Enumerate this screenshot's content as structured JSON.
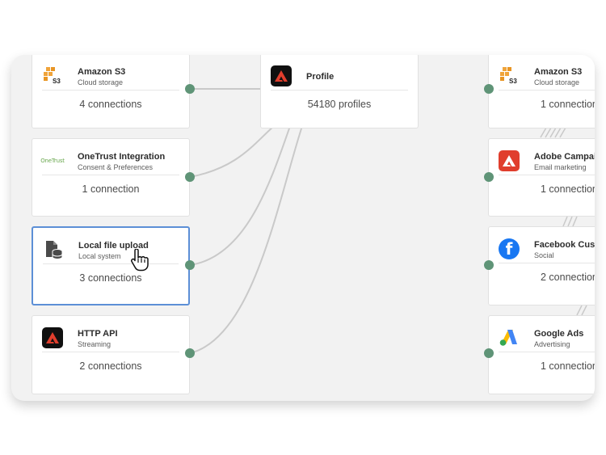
{
  "sources": [
    {
      "title": "Amazon S3",
      "subtitle": "Cloud storage",
      "count": "4 connections",
      "icon": "aws-s3-icon"
    },
    {
      "title": "OneTrust Integration",
      "subtitle": "Consent & Preferences",
      "count": "1 connection",
      "icon": "onetrust-logo",
      "logo_text": "OneTrust"
    },
    {
      "title": "Local file upload",
      "subtitle": "Local system",
      "count": "3 connections",
      "icon": "file-database-icon",
      "selected": true
    },
    {
      "title": "HTTP API",
      "subtitle": "Streaming",
      "count": "2 connections",
      "icon": "adobe-icon"
    }
  ],
  "profile": {
    "title": "Profile",
    "count": "54180 profiles",
    "icon": "adobe-icon"
  },
  "destinations": [
    {
      "title": "Amazon S3",
      "subtitle": "Cloud storage",
      "count": "1 connection",
      "icon": "aws-s3-icon"
    },
    {
      "title": "Adobe Campaign",
      "subtitle": "Email marketing",
      "count": "1 connection",
      "icon": "adobe-campaign-icon"
    },
    {
      "title": "Facebook Custom",
      "subtitle": "Social",
      "count": "2 connection",
      "icon": "facebook-icon",
      "logo_text": "f"
    },
    {
      "title": "Google Ads",
      "subtitle": "Advertising",
      "count": "1 connection",
      "icon": "google-ads-icon"
    }
  ],
  "colors": {
    "connector": "#5f9477",
    "link": "#c9c9c9",
    "selected_border": "#5c8fd6",
    "adobe_red": "#e03e2d",
    "aws_orange": "#f0a43a",
    "facebook_blue": "#1877f2"
  }
}
